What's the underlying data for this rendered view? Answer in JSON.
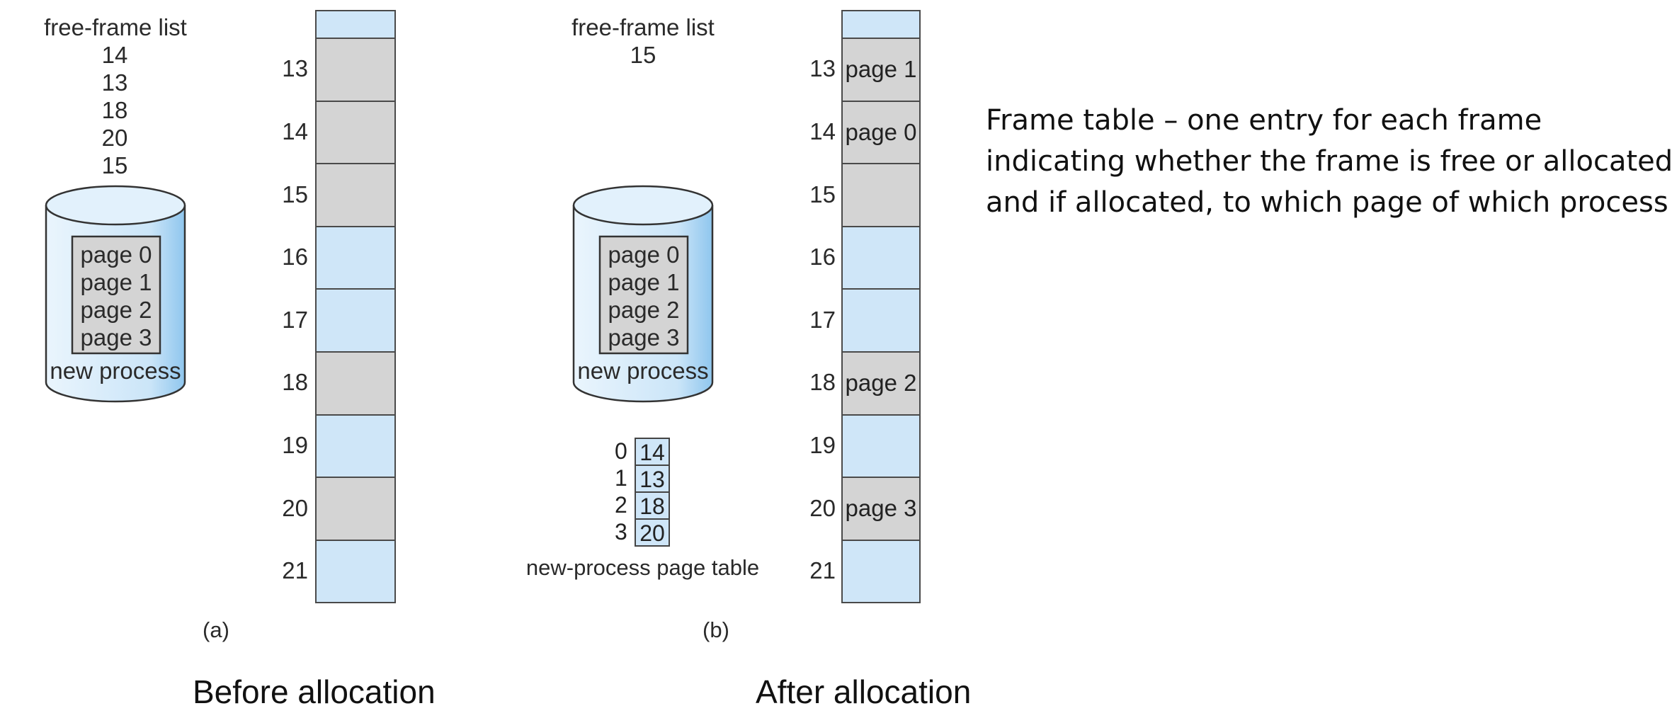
{
  "colors": {
    "free": "#cfe6f8",
    "used": "#d4d4d4",
    "border": "#4a4a4a"
  },
  "panel_a": {
    "free_list_title": "free-frame list",
    "free_list": [
      "14",
      "13",
      "18",
      "20",
      "15"
    ],
    "disk_pages": [
      "page 0",
      "page 1",
      "page 2",
      "page 3"
    ],
    "disk_label": "new process",
    "frames": [
      {
        "num": "",
        "state": "free",
        "label": ""
      },
      {
        "num": "13",
        "state": "used",
        "label": ""
      },
      {
        "num": "14",
        "state": "used",
        "label": ""
      },
      {
        "num": "15",
        "state": "used",
        "label": ""
      },
      {
        "num": "16",
        "state": "free",
        "label": ""
      },
      {
        "num": "17",
        "state": "free",
        "label": ""
      },
      {
        "num": "18",
        "state": "used",
        "label": ""
      },
      {
        "num": "19",
        "state": "free",
        "label": ""
      },
      {
        "num": "20",
        "state": "used",
        "label": ""
      },
      {
        "num": "21",
        "state": "free",
        "label": ""
      }
    ],
    "tag": "(a)",
    "caption": "Before allocation"
  },
  "panel_b": {
    "free_list_title": "free-frame list",
    "free_list": [
      "15"
    ],
    "disk_pages": [
      "page 0",
      "page 1",
      "page 2",
      "page 3"
    ],
    "disk_label": "new process",
    "page_table": {
      "indices": [
        "0",
        "1",
        "2",
        "3"
      ],
      "frames": [
        "14",
        "13",
        "18",
        "20"
      ],
      "label": "new-process page table"
    },
    "frames": [
      {
        "num": "",
        "state": "free",
        "label": ""
      },
      {
        "num": "13",
        "state": "used",
        "label": "page 1"
      },
      {
        "num": "14",
        "state": "used",
        "label": "page 0"
      },
      {
        "num": "15",
        "state": "used",
        "label": ""
      },
      {
        "num": "16",
        "state": "free",
        "label": ""
      },
      {
        "num": "17",
        "state": "free",
        "label": ""
      },
      {
        "num": "18",
        "state": "used",
        "label": "page 2"
      },
      {
        "num": "19",
        "state": "free",
        "label": ""
      },
      {
        "num": "20",
        "state": "used",
        "label": "page 3"
      },
      {
        "num": "21",
        "state": "free",
        "label": ""
      }
    ],
    "tag": "(b)",
    "caption": "After allocation"
  },
  "note": {
    "lines": [
      "Frame table – one entry for each frame",
      "indicating whether the frame is free or allocated",
      "and if allocated, to which page of which process"
    ]
  }
}
